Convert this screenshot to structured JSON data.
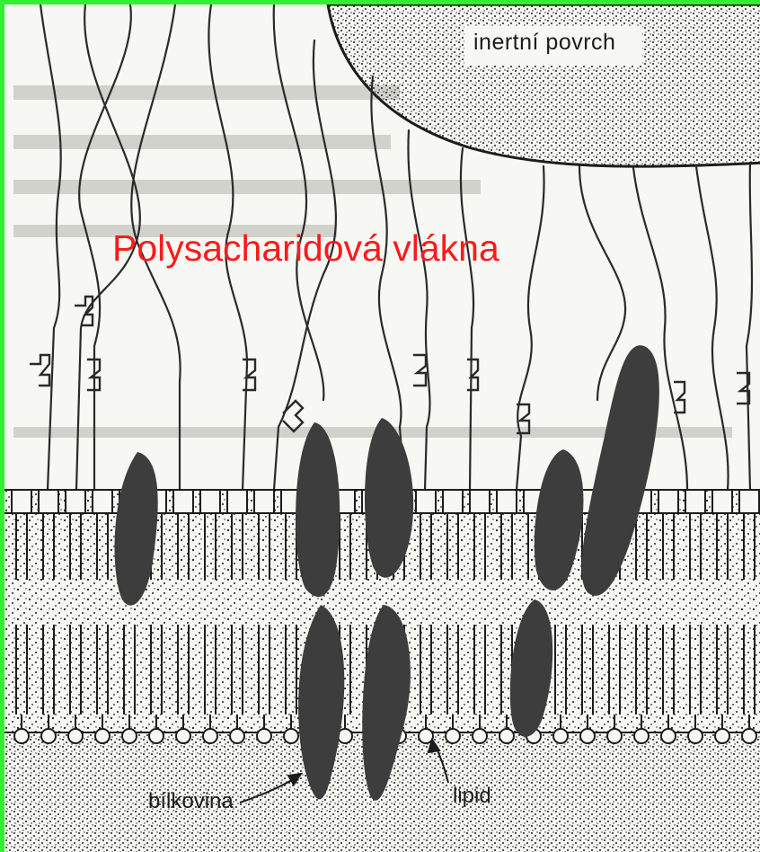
{
  "labels": {
    "inert_surface": "inertní povrch",
    "polysaccharide_fibers": "Polysacharidová vlákna",
    "protein": "bílkovina",
    "lipid": "lipid"
  },
  "colors": {
    "frame": "#33ee33",
    "fiber_title": "#ff1a1a",
    "protein": "#3d3d3d",
    "ink": "#1c1c1c",
    "paper": "#f7f7f4"
  }
}
